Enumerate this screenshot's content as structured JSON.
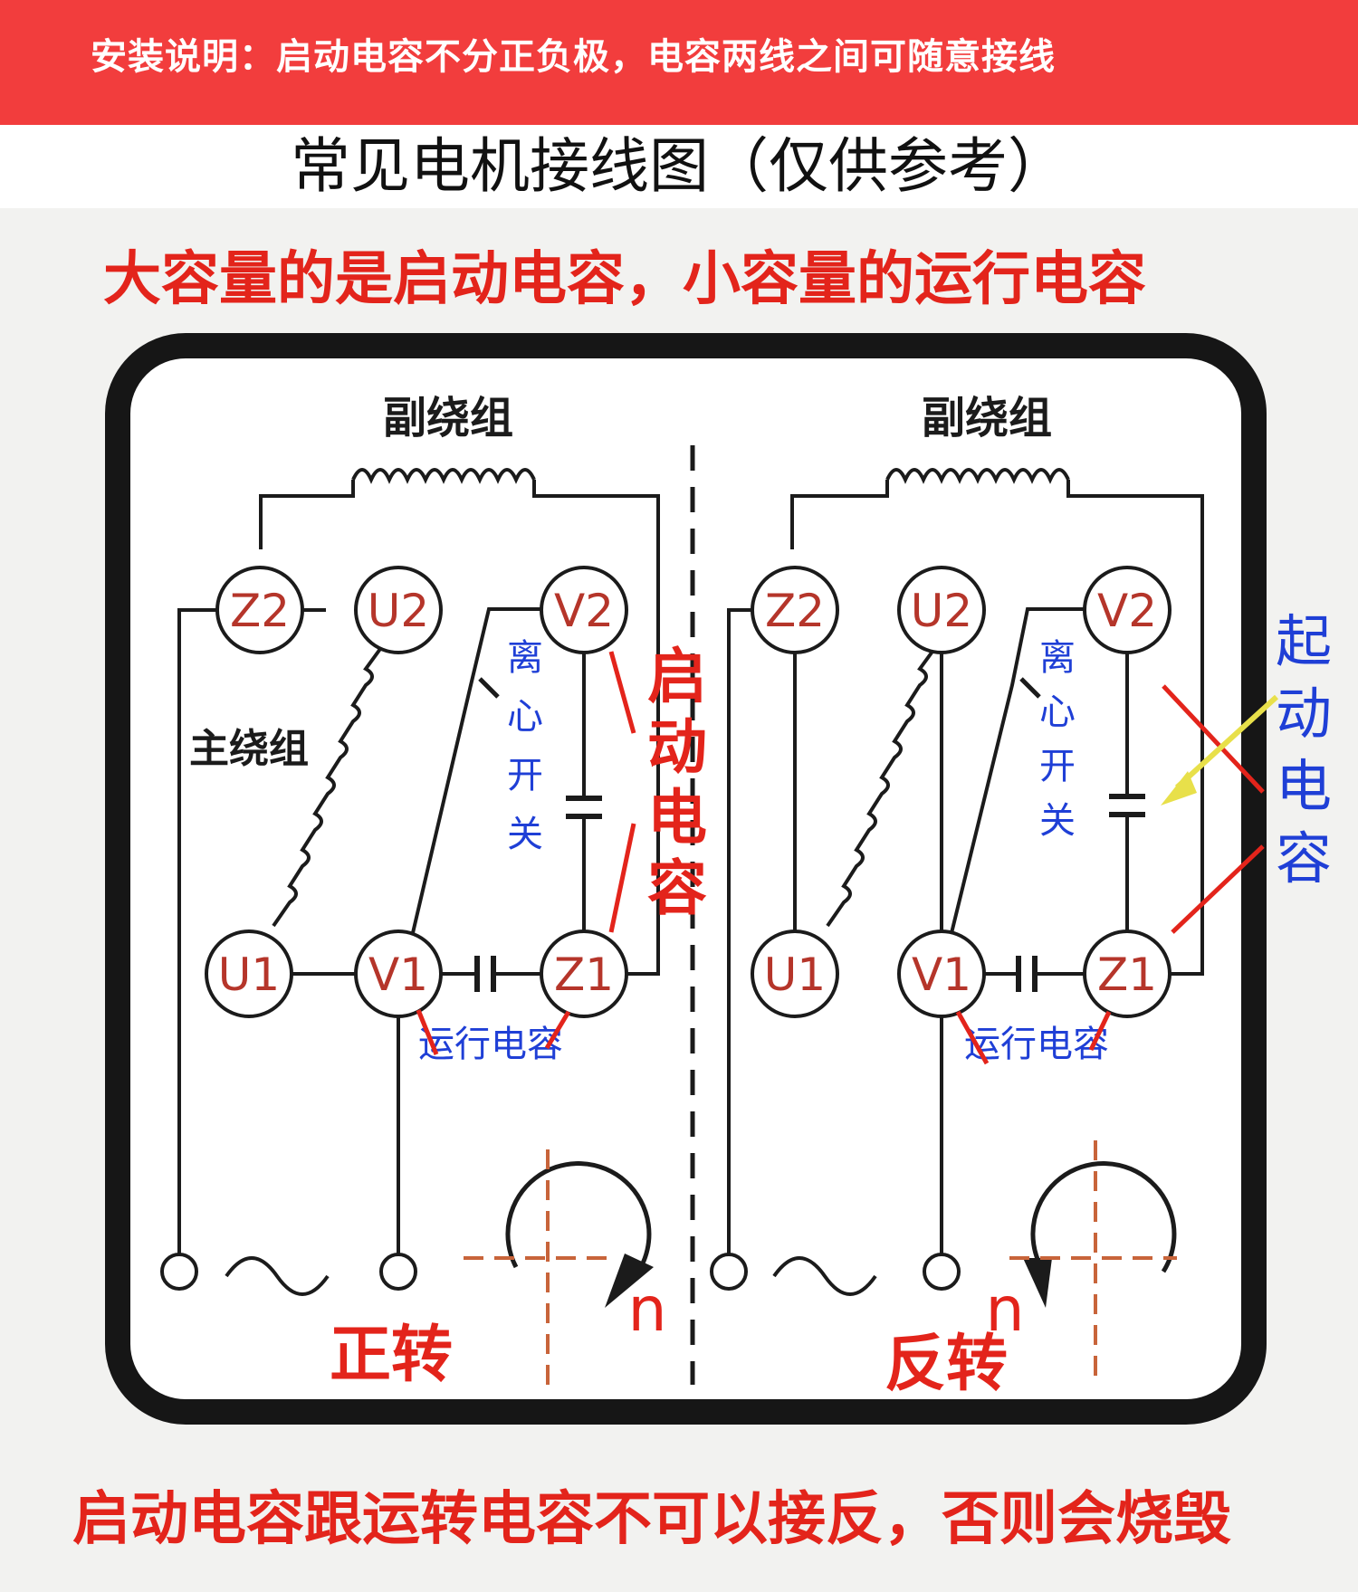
{
  "banner": {
    "text": "安装说明：启动电容不分正负极，电容两线之间可随意接线",
    "color": "#f23d3d"
  },
  "title": "常见电机接线图（仅供参考）",
  "diagram": {
    "top_note": "大容量的是启动电容，小容量的运行电容",
    "bottom_note": "启动电容跟运转电容不可以接反，否则会烧毁",
    "left": {
      "aux_winding": "副绕组",
      "main_winding": "主绕组",
      "terminals": {
        "z2": "Z2",
        "u2": "U2",
        "v2": "V2",
        "u1": "U1",
        "v1": "V1",
        "z1": "Z1"
      },
      "switch_chars": [
        "离",
        "心",
        "开",
        "关"
      ],
      "start_cap_chars": [
        "启",
        "动",
        "电",
        "容"
      ],
      "run_cap": "运行电容",
      "rotation": "正转",
      "n": "n"
    },
    "right": {
      "aux_winding": "副绕组",
      "terminals": {
        "z2": "Z2",
        "u2": "U2",
        "v2": "V2",
        "u1": "U1",
        "v1": "V1",
        "z1": "Z1"
      },
      "switch_chars": [
        "离",
        "心",
        "开",
        "关"
      ],
      "start_cap_chars": [
        "起",
        "动",
        "电",
        "容"
      ],
      "run_cap": "运行电容",
      "rotation": "反转",
      "n": "n"
    },
    "colors": {
      "red": "#e3241b",
      "blue": "#1f3fd6",
      "dark_red": "#b5352a",
      "ink": "#1b1b1b",
      "dashed": "#c8643a"
    }
  }
}
